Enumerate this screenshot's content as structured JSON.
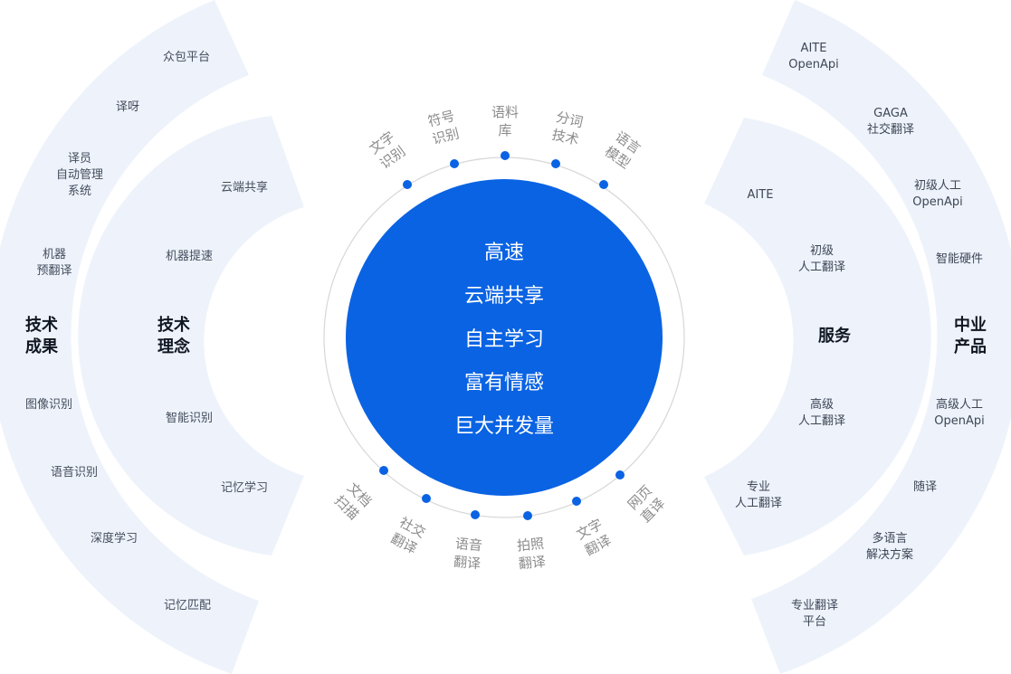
{
  "colors": {
    "band": "#eef3fb",
    "core": "#0a63e3",
    "dot": "#0a63e3",
    "ring": "#d7d7d7"
  },
  "center": {
    "lines": [
      "高速",
      "云端共享",
      "自主学习",
      "富有情感",
      "巨大并发量"
    ]
  },
  "top_tags": [
    "文字\n识别",
    "符号\n识别",
    "语料\n库",
    "分词\n技术",
    "语言\n模型"
  ],
  "bottom_tags": [
    "文档\n扫描",
    "社交\n翻译",
    "语音\n翻译",
    "拍照\n翻译",
    "文字\n翻译",
    "网页\n直译"
  ],
  "left_outer": {
    "title": "技术\n成果",
    "items": [
      "众包平台",
      "译呀",
      "译员\n自动管理\n系统",
      "机器\n预翻译",
      "图像识别",
      "语音识别",
      "深度学习",
      "记忆匹配"
    ]
  },
  "left_inner": {
    "title": "技术\n理念",
    "items": [
      "云端共享",
      "机器提速",
      "智能识别",
      "记忆学习"
    ]
  },
  "right_inner": {
    "title": "服务",
    "items": [
      "AITE",
      "初级\n人工翻译",
      "高级\n人工翻译",
      "专业\n人工翻译"
    ]
  },
  "right_outer": {
    "title": "中业\n产品",
    "items": [
      "AITE\nOpenApi",
      "GAGA\n社交翻译",
      "初级人工\nOpenApi",
      "智能硬件",
      "高级人工\nOpenApi",
      "随译",
      "多语言\n解决方案",
      "专业翻译\n平台"
    ]
  }
}
